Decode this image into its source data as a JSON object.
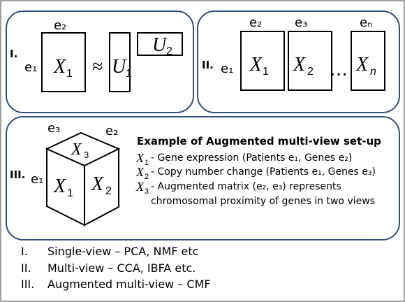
{
  "panel_one": {
    "roman": "I.",
    "e1": "e₁",
    "e2": "e₂",
    "x1": "X",
    "x1_sub": "1",
    "approx": "≈",
    "u1": "U",
    "u1_sub": "1",
    "u2": "U",
    "u2_sub": "2"
  },
  "panel_two": {
    "roman": "II.",
    "e1": "e₁",
    "e2": "e₂",
    "e3": "e₃",
    "en": "eₙ",
    "x1": "X",
    "x1_sub": "1",
    "x2": "X",
    "x2_sub": "2",
    "ellipsis": "…",
    "xn": "X",
    "xn_sub": "n"
  },
  "panel_three": {
    "roman": "III.",
    "e1": "e₁",
    "e2": "e₂",
    "e3": "e₃",
    "x1": "X",
    "x1_sub": "1",
    "x2": "X",
    "x2_sub": "2",
    "x3": "X",
    "x3_sub": "3",
    "example_title": "Example of Augmented multi-view set-up",
    "lines": [
      {
        "sym": "X",
        "sub": "1",
        "text": "- Gene expression (Patients e₁, Genes e₂)"
      },
      {
        "sym": "X",
        "sub": "2",
        "text": "- Copy number change (Patients e₁, Genes e₃)"
      },
      {
        "sym": "X",
        "sub": "3",
        "text": "- Augmented matrix (e₂, e₃) represents"
      }
    ],
    "continuation": "chromosomal proximity of genes in two views"
  },
  "legend": [
    {
      "num": "I.",
      "text": "Single-view – PCA, NMF etc"
    },
    {
      "num": "II.",
      "text": "Multi-view – CCA, IBFA etc."
    },
    {
      "num": "III.",
      "text": "Augmented multi-view – CMF"
    }
  ]
}
